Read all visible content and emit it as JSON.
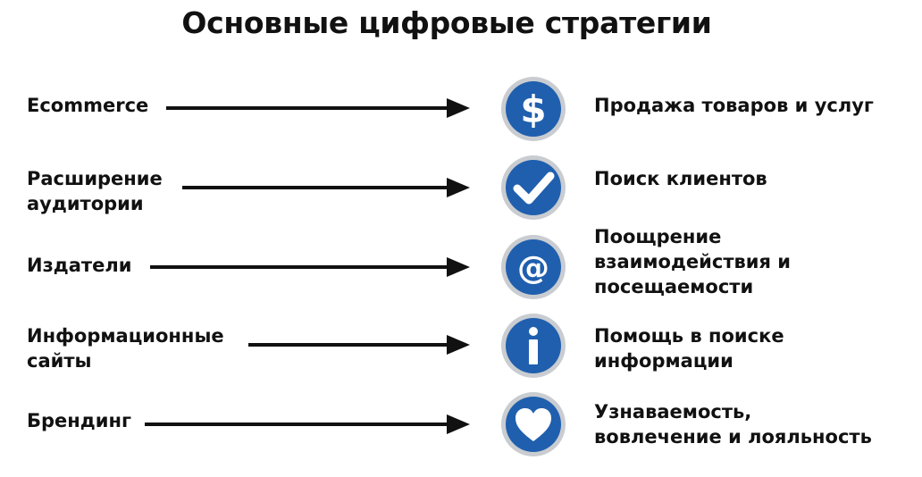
{
  "title": "Основные цифровые стратегии",
  "colors": {
    "icon_fill": "#1f5fae",
    "icon_ring": "#c9ccd0",
    "arrow": "#111111",
    "text": "#111111"
  },
  "rows": [
    {
      "left": [
        "Ecommerce"
      ],
      "icon": "dollar-icon",
      "right": [
        "Продажа товаров и услуг"
      ]
    },
    {
      "left": [
        "Расширение",
        "аудитории"
      ],
      "icon": "checkmark-icon",
      "right": [
        "Поиск клиентов"
      ]
    },
    {
      "left": [
        "Издатели"
      ],
      "icon": "at-sign-icon",
      "right": [
        "Поощрение",
        "взаимодействия и",
        "посещаемости"
      ]
    },
    {
      "left": [
        "Информационные",
        "сайты"
      ],
      "icon": "info-icon",
      "right": [
        "Помощь в поиске",
        "информации"
      ]
    },
    {
      "left": [
        "Брендинг"
      ],
      "icon": "heart-icon",
      "right": [
        "Узнаваемость,",
        "вовлечение и лояльность"
      ]
    }
  ]
}
